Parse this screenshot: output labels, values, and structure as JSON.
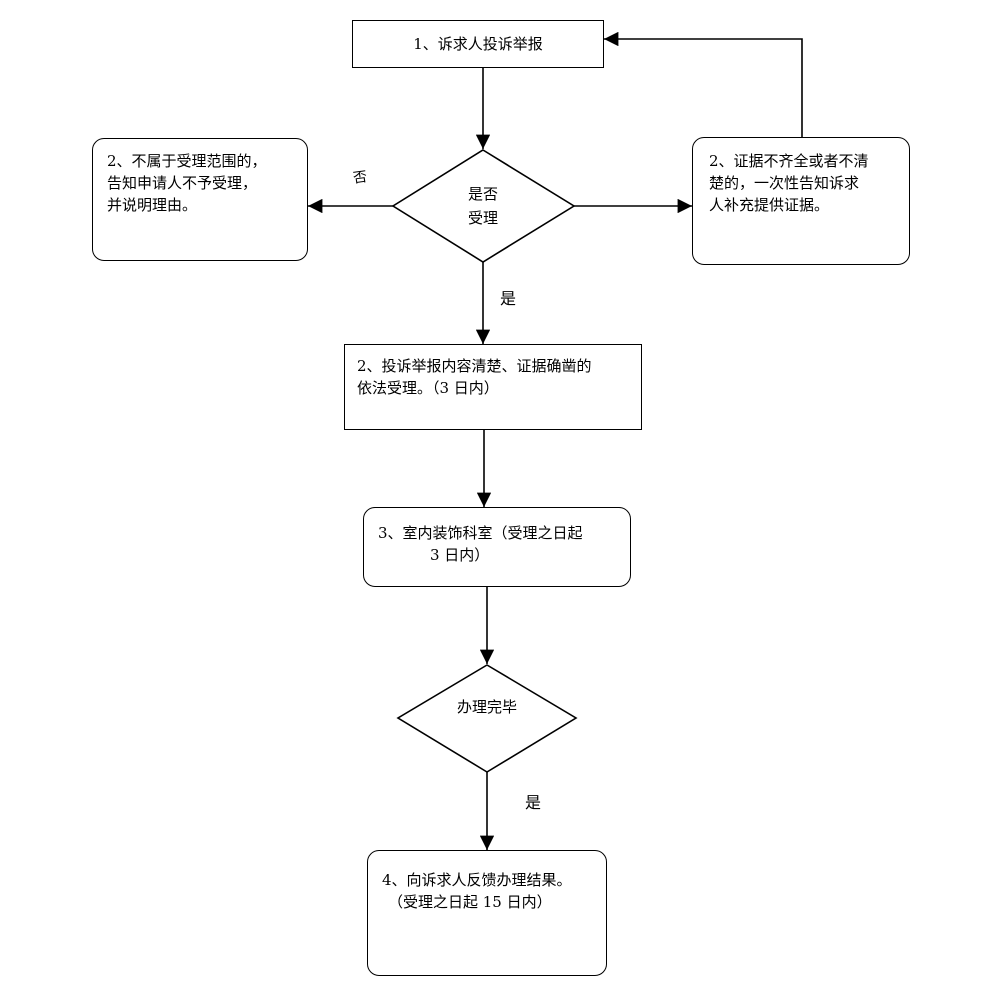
{
  "nodes": {
    "start": {
      "lines": [
        "1、诉求人投诉举报"
      ]
    },
    "reject": {
      "lines": [
        "2、不属于受理范围的，",
        "告知申请人不予受理，",
        "并说明理由。"
      ]
    },
    "decision": {
      "lines": [
        "是否",
        "受理"
      ]
    },
    "supplement": {
      "lines": [
        "2、证据不齐全或者不清",
        "楚的，一次性告知诉求",
        "人补充提供证据。"
      ]
    },
    "accept": {
      "lines": [
        "2、投诉举报内容清楚、证据确凿的",
        "依法受理。（3 日内）"
      ]
    },
    "office": {
      "lines": [
        "3、室内装饰科室（受理之日起",
        "3 日内）"
      ]
    },
    "done_check": {
      "lines": [
        "办理完毕"
      ]
    },
    "feedback": {
      "lines": [
        "4、向诉求人反馈办理结果。",
        "（受理之日起 15 日内）"
      ]
    }
  },
  "edge_labels": {
    "no": "否",
    "yes_accept": "是",
    "yes_done": "是"
  }
}
